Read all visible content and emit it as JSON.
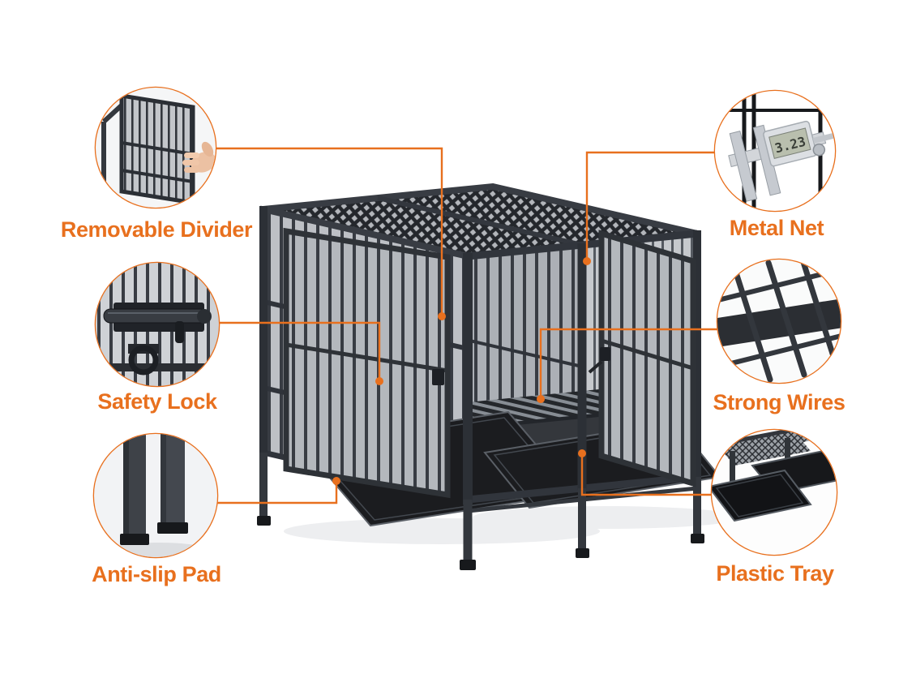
{
  "diagram": {
    "background_color": "#ffffff",
    "accent_color": "#E8701E",
    "label_color": "#E8701E",
    "cage_colors": {
      "frame": "#33373D",
      "bars": "#3A3E45",
      "tray_black": "#1B1C1F",
      "mesh_light": "#B3B6BB"
    },
    "subject": "double dog crate feature diagram",
    "callouts": [
      {
        "id": "removable-divider",
        "label": "Removable Divider",
        "position": "top-left",
        "icon": "divider-panel-with-hand-icon"
      },
      {
        "id": "metal-net",
        "label": "Metal Net",
        "position": "top-right",
        "icon": "caliper-measuring-wire-icon",
        "caliper_reading": "3.23"
      },
      {
        "id": "safety-lock",
        "label": "Safety Lock",
        "position": "middle-left",
        "icon": "slide-bolt-latch-icon"
      },
      {
        "id": "strong-wires",
        "label": "Strong Wires",
        "position": "middle-right",
        "icon": "thick-wire-mesh-icon"
      },
      {
        "id": "anti-slip-pad",
        "label": "Anti-slip Pad",
        "position": "bottom-left",
        "icon": "cage-legs-with-pads-icon"
      },
      {
        "id": "plastic-tray",
        "label": "Plastic Tray",
        "position": "bottom-right",
        "icon": "pull-out-trays-icon"
      }
    ]
  }
}
